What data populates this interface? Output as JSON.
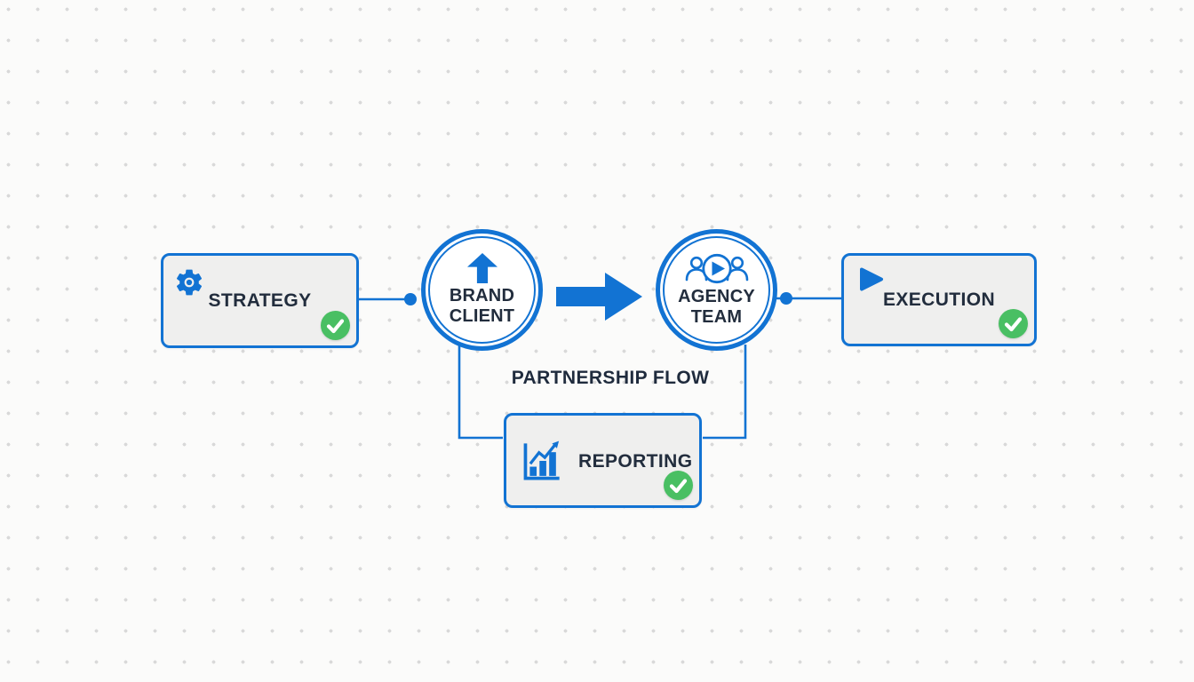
{
  "title": {
    "label": "PARTNERSHIP FLOW"
  },
  "nodes": {
    "strategy": {
      "label": "STRATEGY",
      "icon": "gear-icon",
      "status": "complete"
    },
    "brand_client": {
      "label_line1": "BRAND",
      "label_line2": "CLIENT",
      "icon": "arrow-up-icon"
    },
    "agency_team": {
      "label_line1": "AGENCY",
      "label_line2": "TEAM",
      "icon": "team-play-icon"
    },
    "execution": {
      "label": "EXECUTION",
      "icon": "play-icon",
      "status": "complete"
    },
    "reporting": {
      "label": "REPORTING",
      "icon": "bar-chart-icon",
      "status": "complete"
    }
  },
  "connections": [
    "strategy - brand_client",
    "brand_client -> agency_team (large arrow)",
    "agency_team - execution",
    "brand_client - reporting",
    "agency_team - reporting"
  ],
  "colors": {
    "blue": "#1273d3",
    "dark_text": "#222d3d",
    "green_check": "#49bf63",
    "node_fill": "#efefee",
    "background": "#fbfbfa",
    "dot_grid": "#d9d9d9"
  }
}
